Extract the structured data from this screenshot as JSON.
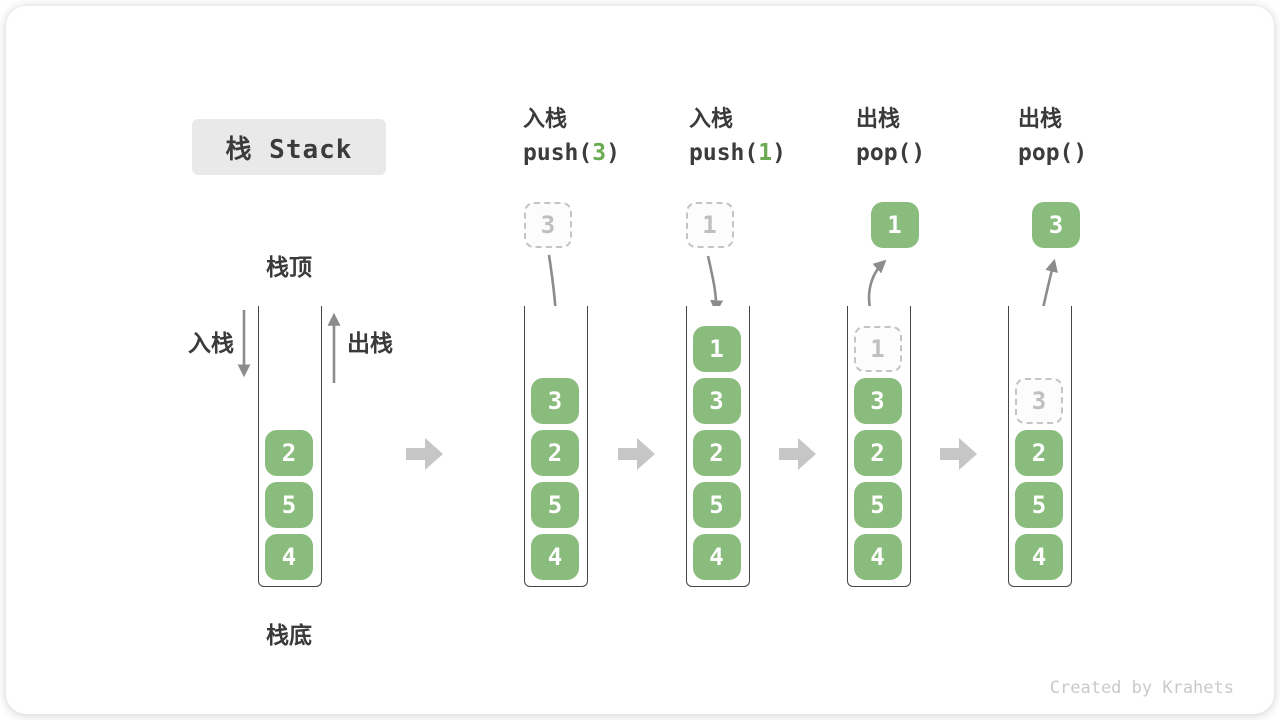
{
  "title": "栈 Stack",
  "credit": "Created by Krahets",
  "first_stack": {
    "top_label": "栈顶",
    "bottom_label": "栈底",
    "in_label": "入栈",
    "out_label": "出栈",
    "items": [
      "2",
      "5",
      "4"
    ]
  },
  "columns": [
    {
      "op_label": "入栈",
      "code": {
        "pre": "push(",
        "arg": "3",
        "post": ")"
      },
      "floating": {
        "value": "3",
        "style": "ghost"
      },
      "arrow": "down",
      "cells": [
        {
          "value": "3",
          "style": "solid"
        },
        {
          "value": "2",
          "style": "solid"
        },
        {
          "value": "5",
          "style": "solid"
        },
        {
          "value": "4",
          "style": "solid"
        }
      ]
    },
    {
      "op_label": "入栈",
      "code": {
        "pre": "push(",
        "arg": "1",
        "post": ")"
      },
      "floating": {
        "value": "1",
        "style": "ghost"
      },
      "arrow": "down",
      "cells": [
        {
          "value": "1",
          "style": "solid"
        },
        {
          "value": "3",
          "style": "solid"
        },
        {
          "value": "2",
          "style": "solid"
        },
        {
          "value": "5",
          "style": "solid"
        },
        {
          "value": "4",
          "style": "solid"
        }
      ]
    },
    {
      "op_label": "出栈",
      "code": {
        "pre": "pop(",
        "arg": "",
        "post": ")"
      },
      "floating": {
        "value": "1",
        "style": "solid"
      },
      "arrow": "up",
      "cells": [
        {
          "value": "1",
          "style": "ghost"
        },
        {
          "value": "3",
          "style": "solid"
        },
        {
          "value": "2",
          "style": "solid"
        },
        {
          "value": "5",
          "style": "solid"
        },
        {
          "value": "4",
          "style": "solid"
        }
      ]
    },
    {
      "op_label": "出栈",
      "code": {
        "pre": "pop(",
        "arg": "",
        "post": ")"
      },
      "floating": {
        "value": "3",
        "style": "solid"
      },
      "arrow": "up",
      "cells": [
        {
          "value": "3",
          "style": "ghost"
        },
        {
          "value": "2",
          "style": "solid"
        },
        {
          "value": "5",
          "style": "solid"
        },
        {
          "value": "4",
          "style": "solid"
        }
      ]
    }
  ],
  "colors": {
    "box_green": "#8abc7d",
    "code_arg_green": "#6aaa50",
    "ghost_border": "#c4c4c4",
    "flow_arrow": "#c6c6c6",
    "motion_arrow": "#8c8c8c",
    "title_bg": "#e9e9e9"
  }
}
